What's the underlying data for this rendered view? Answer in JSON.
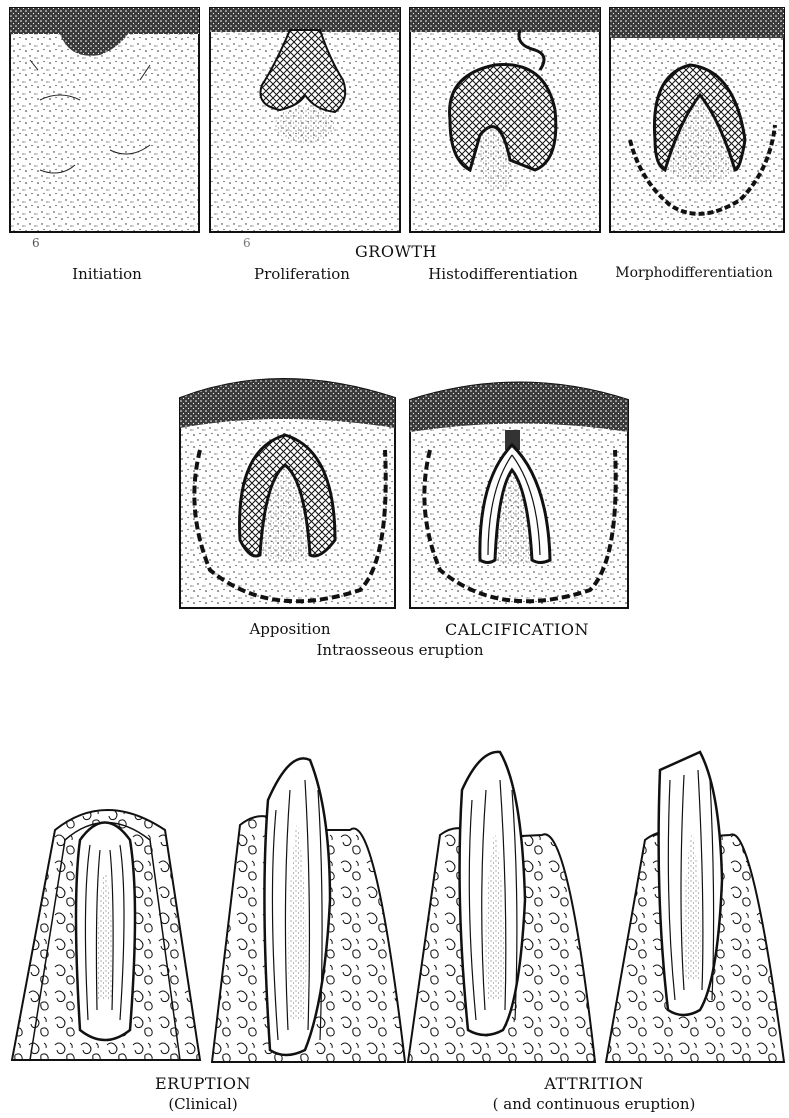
{
  "row1": {
    "section_title": "GROWTH",
    "stages": [
      {
        "label": "Initiation"
      },
      {
        "label": "Proliferation"
      },
      {
        "label": "Histodifferentiation"
      },
      {
        "label": "Morphodifferentiation"
      }
    ],
    "margin_marks": [
      "6",
      "6"
    ]
  },
  "row2": {
    "labels": {
      "apposition": "Apposition",
      "calcification": "CALCIFICATION",
      "subtitle": "Intraosseous eruption"
    }
  },
  "row3": {
    "labels": {
      "eruption": "ERUPTION",
      "eruption_note": "(Clinical)",
      "attrition": "ATTRITION",
      "attrition_note": "( and continuous eruption)"
    }
  }
}
